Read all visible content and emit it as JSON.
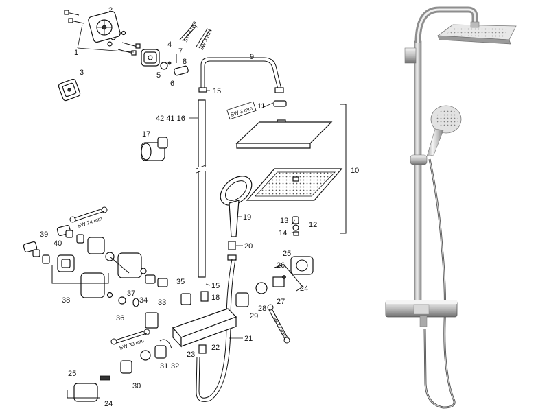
{
  "callouts": {
    "n1": "1",
    "n2": "2",
    "n3": "3",
    "n4": "4",
    "n5": "5",
    "n6": "6",
    "n7": "7",
    "n8": "8",
    "n9": "9",
    "n10": "10",
    "n11": "11",
    "n12": "12",
    "n13": "13",
    "n14": "14",
    "n15a": "15",
    "n15b": "15",
    "n16": "42 41 16",
    "n17": "17",
    "n18": "18",
    "n19": "19",
    "n20": "20",
    "n21": "21",
    "n22": "22",
    "n23": "23",
    "n24a": "24",
    "n24b": "24",
    "n25a": "25",
    "n25b": "25",
    "n26": "26",
    "n27": "27",
    "n28": "28",
    "n29": "29",
    "n30": "30",
    "n31": "31",
    "n32": "32",
    "n33": "33",
    "n34": "34",
    "n35": "35",
    "n36": "36",
    "n37": "37",
    "n38": "38",
    "n39": "39",
    "n40": "40"
  },
  "tools": {
    "sw4": "SW 4 mm",
    "sw3a": "SW 3 mm",
    "sw3b": "SW 3 mm",
    "sw24": "SW 24 mm",
    "sw30": "SW 30 mm",
    "sw27": "SW 27 mm"
  },
  "colors": {
    "line": "#111111",
    "chrome_light": "#f2f2f2",
    "chrome_dark": "#8a8a8a"
  }
}
